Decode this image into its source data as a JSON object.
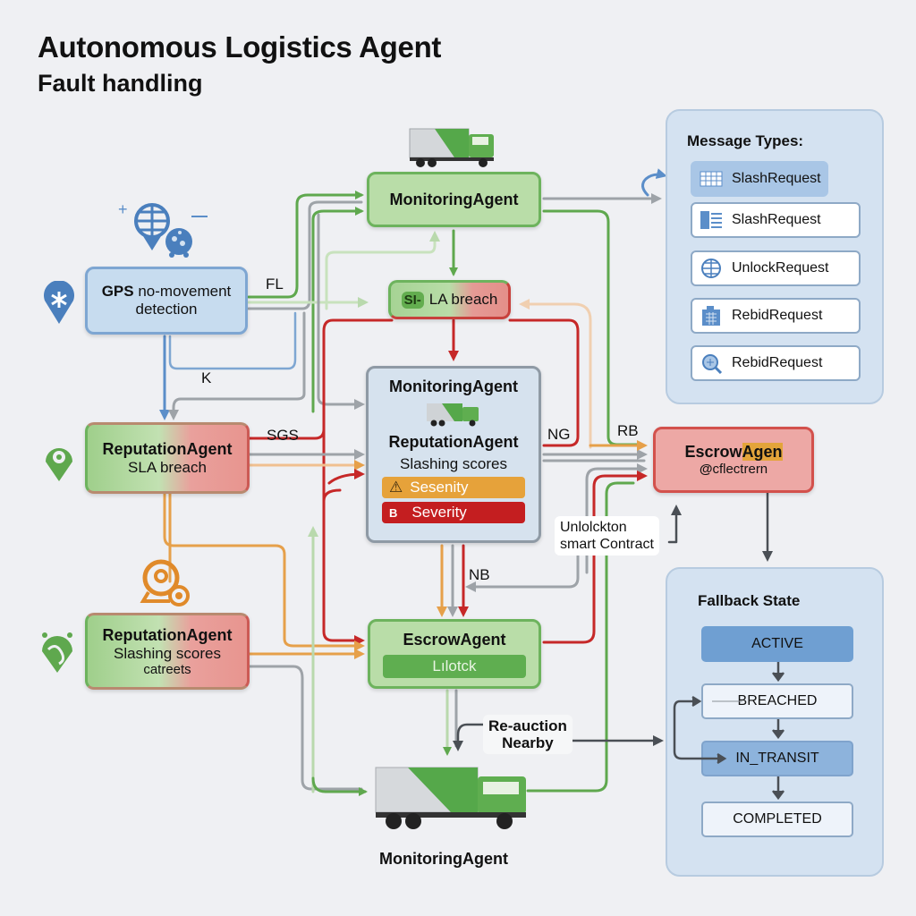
{
  "header": {
    "title": "Autonomous Logistics Agent",
    "subtitle": "Fault handling"
  },
  "nodes": {
    "monitoring_top": {
      "title": "MonitoringAgent",
      "icon": "truck-icon"
    },
    "sla_breach_small": {
      "badge": "SI-",
      "label": "LA breach"
    },
    "gps": {
      "title_bold": "GPS",
      "title_rest": " no-movement",
      "line2": "detection",
      "icon": "map-pin-icon",
      "top_icon": "globe-pin-icon"
    },
    "reputation_1": {
      "title": "ReputationAgent",
      "sub": "SLA breach",
      "icon": "location-pin-icon"
    },
    "center": {
      "title": "MonitoringAgent",
      "title2": "ReputationAgent",
      "sub": "Slashing scores",
      "pill_warning": {
        "icon": "warning-icon",
        "label": "Sesenity"
      },
      "pill_severity": {
        "icon": "b-icon",
        "label": "Severity"
      }
    },
    "escrow_right": {
      "title_a": "Escrow",
      "title_b": "Agen",
      "sub": "cflectrern"
    },
    "reputation_2": {
      "title": "ReputationAgent",
      "sub": "Slashing scores",
      "sub2": "catreets",
      "icon": "earth-pin-icon",
      "top_icon": "target-gear-icon"
    },
    "escrow_center": {
      "title": "EscrowAgent",
      "button": "Lılotck"
    },
    "monitoring_bottom": {
      "title": "MonitoringAgent",
      "icon": "truck-icon"
    }
  },
  "edge_labels": {
    "fl": "FL",
    "k": "K",
    "sgs": "SGS",
    "ng": "NG",
    "rb": "RB",
    "nb": "NB"
  },
  "notes": {
    "unlock": [
      "Unlolckton",
      "smart Contract"
    ],
    "reauction": [
      "Re-auction",
      "Nearby"
    ]
  },
  "message_types": {
    "title": "Message Types:",
    "items": [
      {
        "label": "SlashRequest",
        "icon": "grid-icon",
        "active": true
      },
      {
        "label": "SlashRequest",
        "icon": "list-document-icon",
        "active": false
      },
      {
        "label": "UnlockRequest",
        "icon": "globe-icon",
        "active": false
      },
      {
        "label": "RebidRequest",
        "icon": "building-icon",
        "active": false
      },
      {
        "label": "RebidRequest",
        "icon": "search-globe-icon",
        "active": false
      }
    ]
  },
  "fallback": {
    "title": "Fallback State",
    "states": [
      "ACTIVE",
      "BREACHED",
      "IN_TRANSIT",
      "COMPLETED"
    ]
  },
  "colors": {
    "green": "#5fa84e",
    "red": "#c62828",
    "orange": "#e6a04a",
    "gray": "#9ea3a8",
    "blue": "#5b8ec9",
    "light_green": "#b9d9ad"
  }
}
